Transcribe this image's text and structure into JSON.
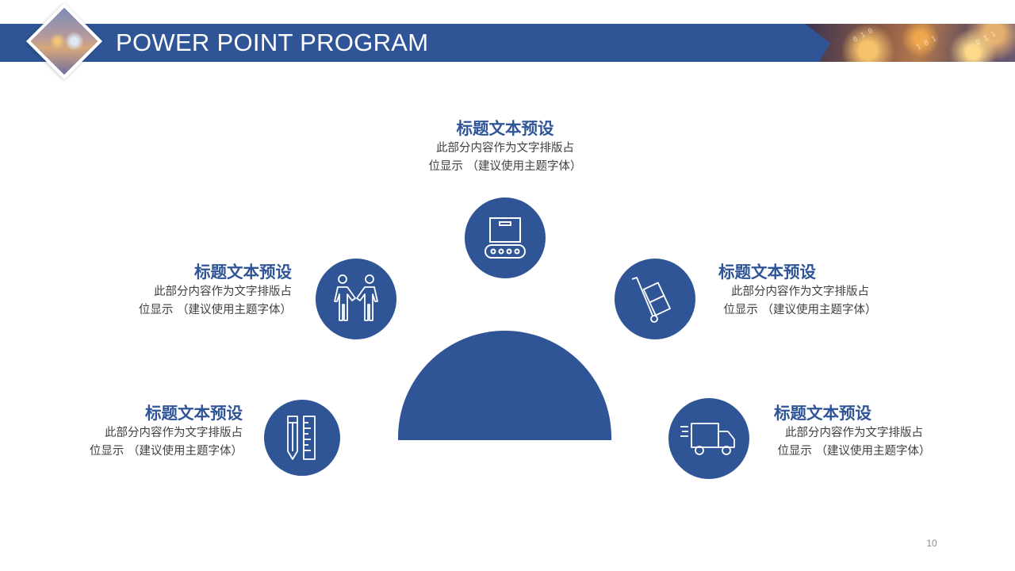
{
  "header": {
    "title": "POWER POINT PROGRAM",
    "bar_color": "#2f5597",
    "photo_digits": [
      "0 1 0",
      "1 0 1",
      "0 1 1"
    ]
  },
  "items": [
    {
      "id": "top",
      "icon": "package-conveyor-icon",
      "title": "标题文本预设",
      "line1": "此部分内容作为文字排版占",
      "line2": "位显示 （建议使用主题字体）"
    },
    {
      "id": "upper-left",
      "icon": "handshake-people-icon",
      "title": "标题文本预设",
      "line1": "此部分内容作为文字排版占",
      "line2": "位显示 （建议使用主题字体）"
    },
    {
      "id": "upper-right",
      "icon": "hand-truck-icon",
      "title": "标题文本预设",
      "line1": "此部分内容作为文字排版占",
      "line2": "位显示 （建议使用主题字体）"
    },
    {
      "id": "lower-left",
      "icon": "pencil-ruler-icon",
      "title": "标题文本预设",
      "line1": "此部分内容作为文字排版占",
      "line2": "位显示 （建议使用主题字体）"
    },
    {
      "id": "lower-right",
      "icon": "delivery-truck-icon",
      "title": "标题文本预设",
      "line1": "此部分内容作为文字排版占",
      "line2": "位显示 （建议使用主题字体）"
    }
  ],
  "page_number": "10",
  "accent_color": "#2f5597"
}
